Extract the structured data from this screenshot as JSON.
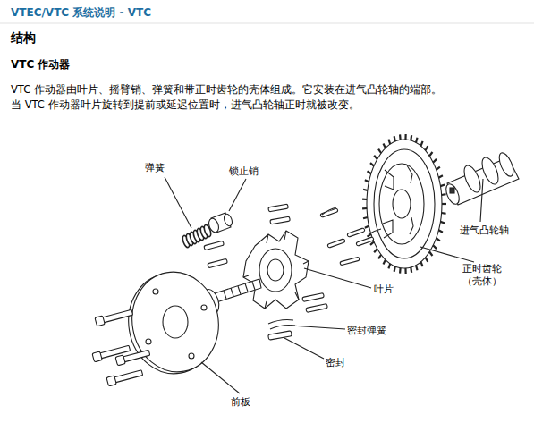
{
  "diagram": {
    "title": "VTEC/VTC 系统说明 - VTC",
    "labels": [
      "结构",
      "VTC 作动器",
      "VTC 作动器由叶片、摇臂销、弹簧和带正时齿轮的壳体组成。它安装在进气凸轮轴的端部。",
      "当 VTC 作动器叶片旋转到提前或延迟位置时，进气凸轮轴正时就被改变。",
      "弹簧",
      "锁止销",
      "进气凸轮轴",
      "正时齿轮 （壳体）",
      "叶片",
      "密封弹簧",
      "密封",
      "前板"
    ]
  }
}
